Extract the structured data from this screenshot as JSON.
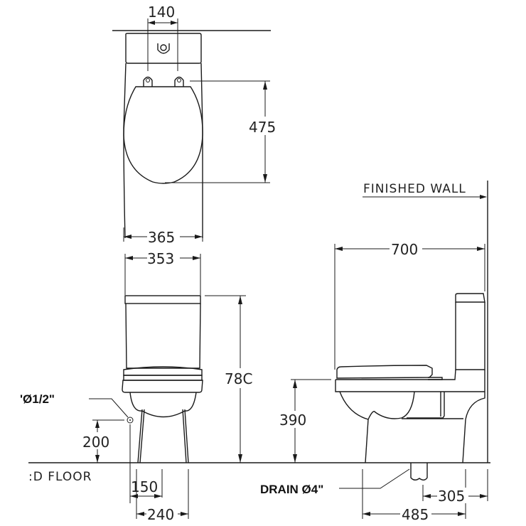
{
  "drawing": {
    "views": [
      "top-view",
      "front-view",
      "side-view"
    ],
    "dimensions": {
      "top_hinge_spacing": "140",
      "top_seat_length": "475",
      "top_width": "365",
      "front_tank_width": "353",
      "front_total_height": "78C",
      "front_supply_height": "200",
      "front_supply_offset": "150",
      "front_base_width": "240",
      "side_depth": "700",
      "side_seat_height": "390",
      "side_drain_to_wall": "305",
      "side_base_length": "485"
    },
    "labels": {
      "finished_wall": "FINISHED WALL",
      "finished_floor": ":D FLOOR",
      "supply": "'Ø1/2\"",
      "drain": "DRAIN Ø4\""
    },
    "colors": {
      "line": "#1a1a1a",
      "background": "#ffffff"
    }
  }
}
